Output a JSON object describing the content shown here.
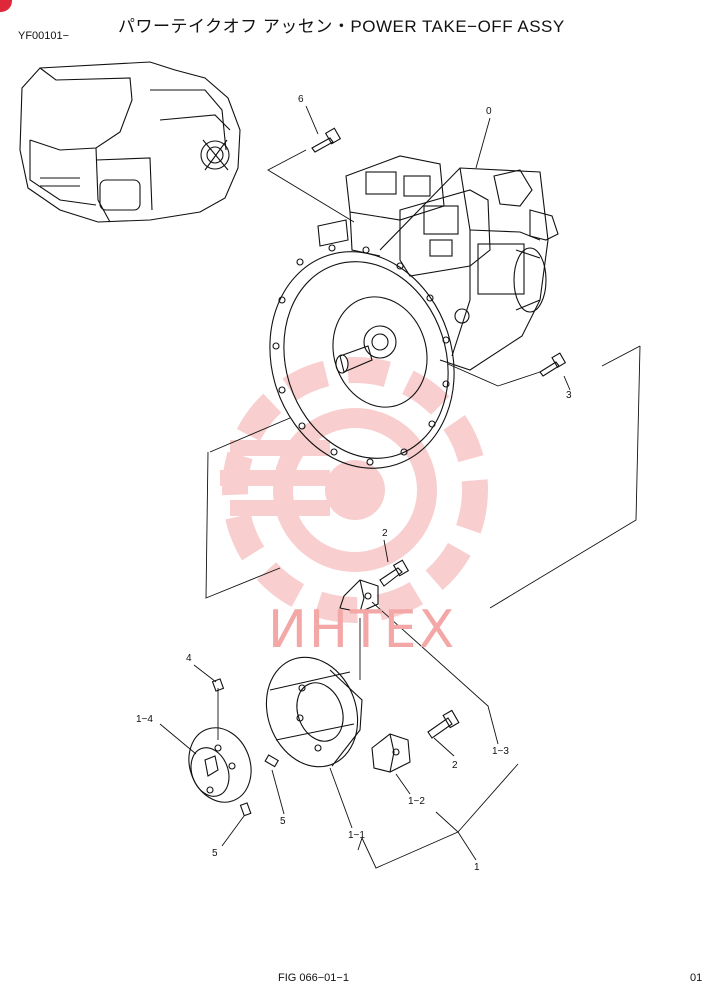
{
  "header": {
    "title": "パワーテイクオフ アッセン・POWER TAKE−OFF ASSY",
    "serial": "YF00101−"
  },
  "footer": {
    "figure": "FIG 066−01−1",
    "page": "01"
  },
  "watermark": {
    "text": "ИНТЕХ",
    "color": "#f4a7a7"
  },
  "colors": {
    "line": "#111111",
    "corner_badge": "#e0273a"
  },
  "callouts": {
    "c0": "0",
    "c1": "1",
    "c1_1": "1−1",
    "c1_2": "1−2",
    "c1_3": "1−3",
    "c1_4": "1−4",
    "c2a": "2",
    "c2b": "2",
    "c3": "3",
    "c4": "4",
    "c5a": "5",
    "c5b": "5",
    "c6": "6"
  }
}
